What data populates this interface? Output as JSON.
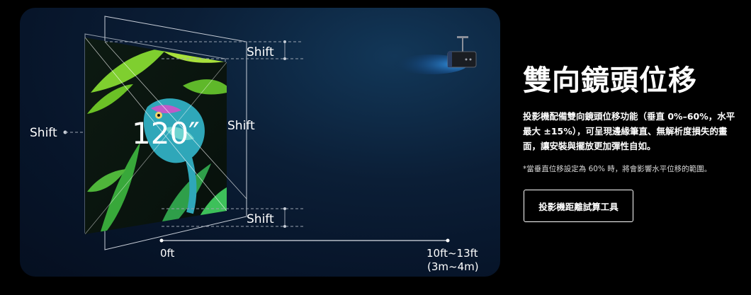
{
  "hero": {
    "shift_top": "Shift",
    "shift_left": "Shift",
    "shift_right": "Shift",
    "shift_bottom": "Shift",
    "screen_size": "120″",
    "distance_start": "0ft",
    "distance_end": "10ft~13ft",
    "distance_end_metric": "(3m~4m)"
  },
  "info": {
    "title": "雙向鏡頭位移",
    "description": "投影機配備雙向鏡頭位移功能（垂直 0%–60%，水平最大 ±15%），可呈現邊緣筆直、無解析度損失的畫面，讓安裝與擺放更加彈性自如。",
    "note": "*當垂直位移設定為 60% 時，將會影響水平位移的範圍。",
    "button_label": "投影機距離試算工具"
  },
  "colors": {
    "page_background": "#000000",
    "card_background": "#0b1e36",
    "text": "#ffffff"
  }
}
